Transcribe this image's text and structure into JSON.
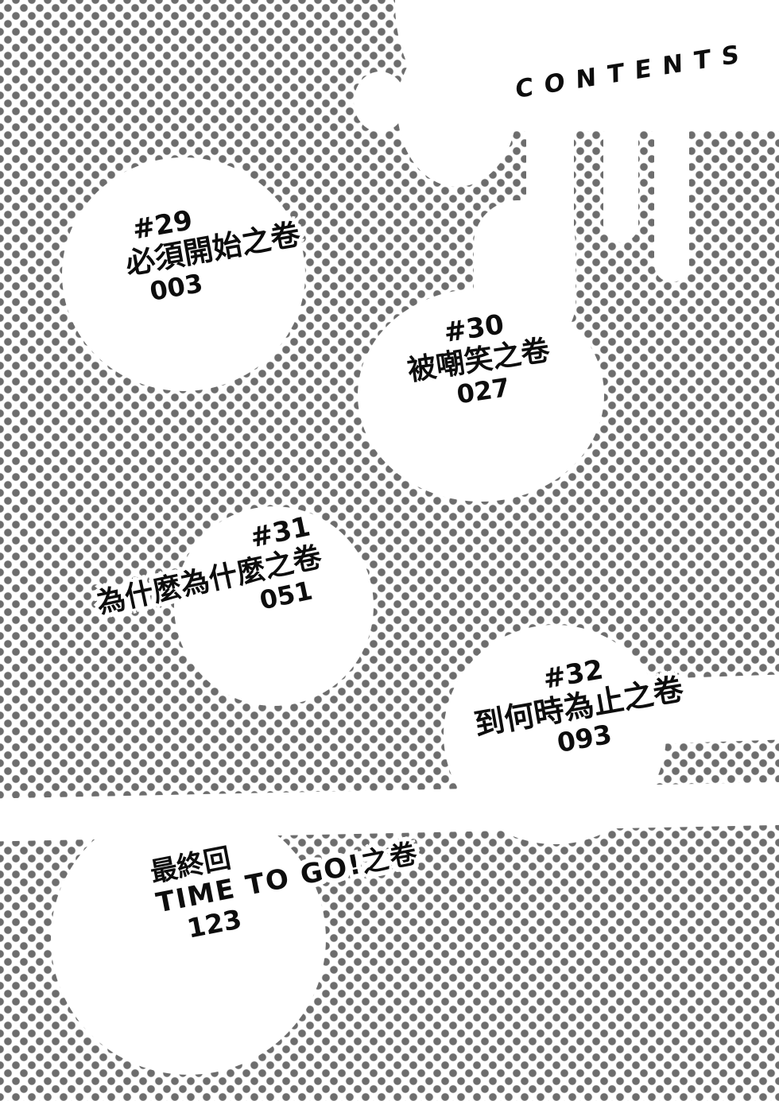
{
  "page": {
    "title": "CONTENTS",
    "entries": [
      {
        "number": "#29",
        "title": "必須開始之卷",
        "page": "003"
      },
      {
        "number": "#30",
        "title": "被嘲笑之卷",
        "page": "027"
      },
      {
        "number": "#31",
        "title": "為什麼為什麼之卷",
        "page": "051"
      },
      {
        "number": "#32",
        "title": "到何時為止之卷",
        "page": "093"
      },
      {
        "number": "最終回",
        "title": "TIME TO GO!之卷",
        "page": "123"
      }
    ],
    "colors": {
      "background": "#ffffff",
      "halftone_dot": "#6d6d6d",
      "text": "#0d0d0d"
    }
  }
}
